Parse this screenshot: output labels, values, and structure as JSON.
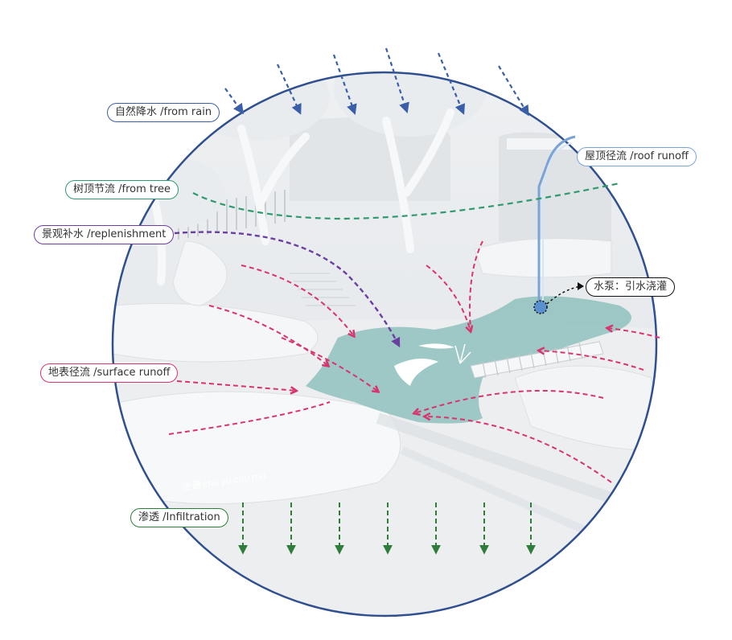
{
  "colors": {
    "rain": "#3a5fa8",
    "roof": "#7aa3d6",
    "tree": "#2e9a6e",
    "replenish": "#6a3fa0",
    "surface": "#d8356e",
    "pump": "#111111",
    "infiltration": "#2f7d3a",
    "water": "#8fc1bd",
    "circle_outline": "#2f4f8f"
  },
  "labels": {
    "rain": "自然降水 /from rain",
    "roof": "屋顶径流 /roof runoff",
    "tree": "树顶节流 /from tree",
    "replenish": "景观补水 /replenishment",
    "pump": "水泵：引水浇灌",
    "surface": "地表径流 /surface runoff",
    "infiltration": "渗透 /Infiltration"
  },
  "signage": {
    "text": "坐语 cha yu chu mo"
  }
}
